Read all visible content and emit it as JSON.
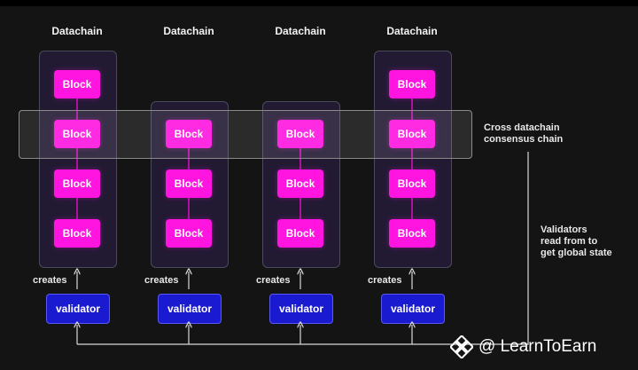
{
  "columns": [
    {
      "title": "Datachain",
      "blocks": [
        "Block",
        "Block",
        "Block",
        "Block"
      ]
    },
    {
      "title": "Datachain",
      "blocks": [
        "Block",
        "Block",
        "Block"
      ]
    },
    {
      "title": "Datachain",
      "blocks": [
        "Block",
        "Block",
        "Block"
      ]
    },
    {
      "title": "Datachain",
      "blocks": [
        "Block",
        "Block",
        "Block",
        "Block"
      ]
    }
  ],
  "creates_label": "creates",
  "validator_label": "validator",
  "consensus_label": "Cross datachain\nconsensus chain",
  "validators_note": "Validators\nread from to\nget global state",
  "watermark": "@ LearnToEarn",
  "colors": {
    "block": "#ff14e0",
    "validator": "#1a1ad0",
    "chain_box": "#221a33",
    "background": "#141414"
  }
}
